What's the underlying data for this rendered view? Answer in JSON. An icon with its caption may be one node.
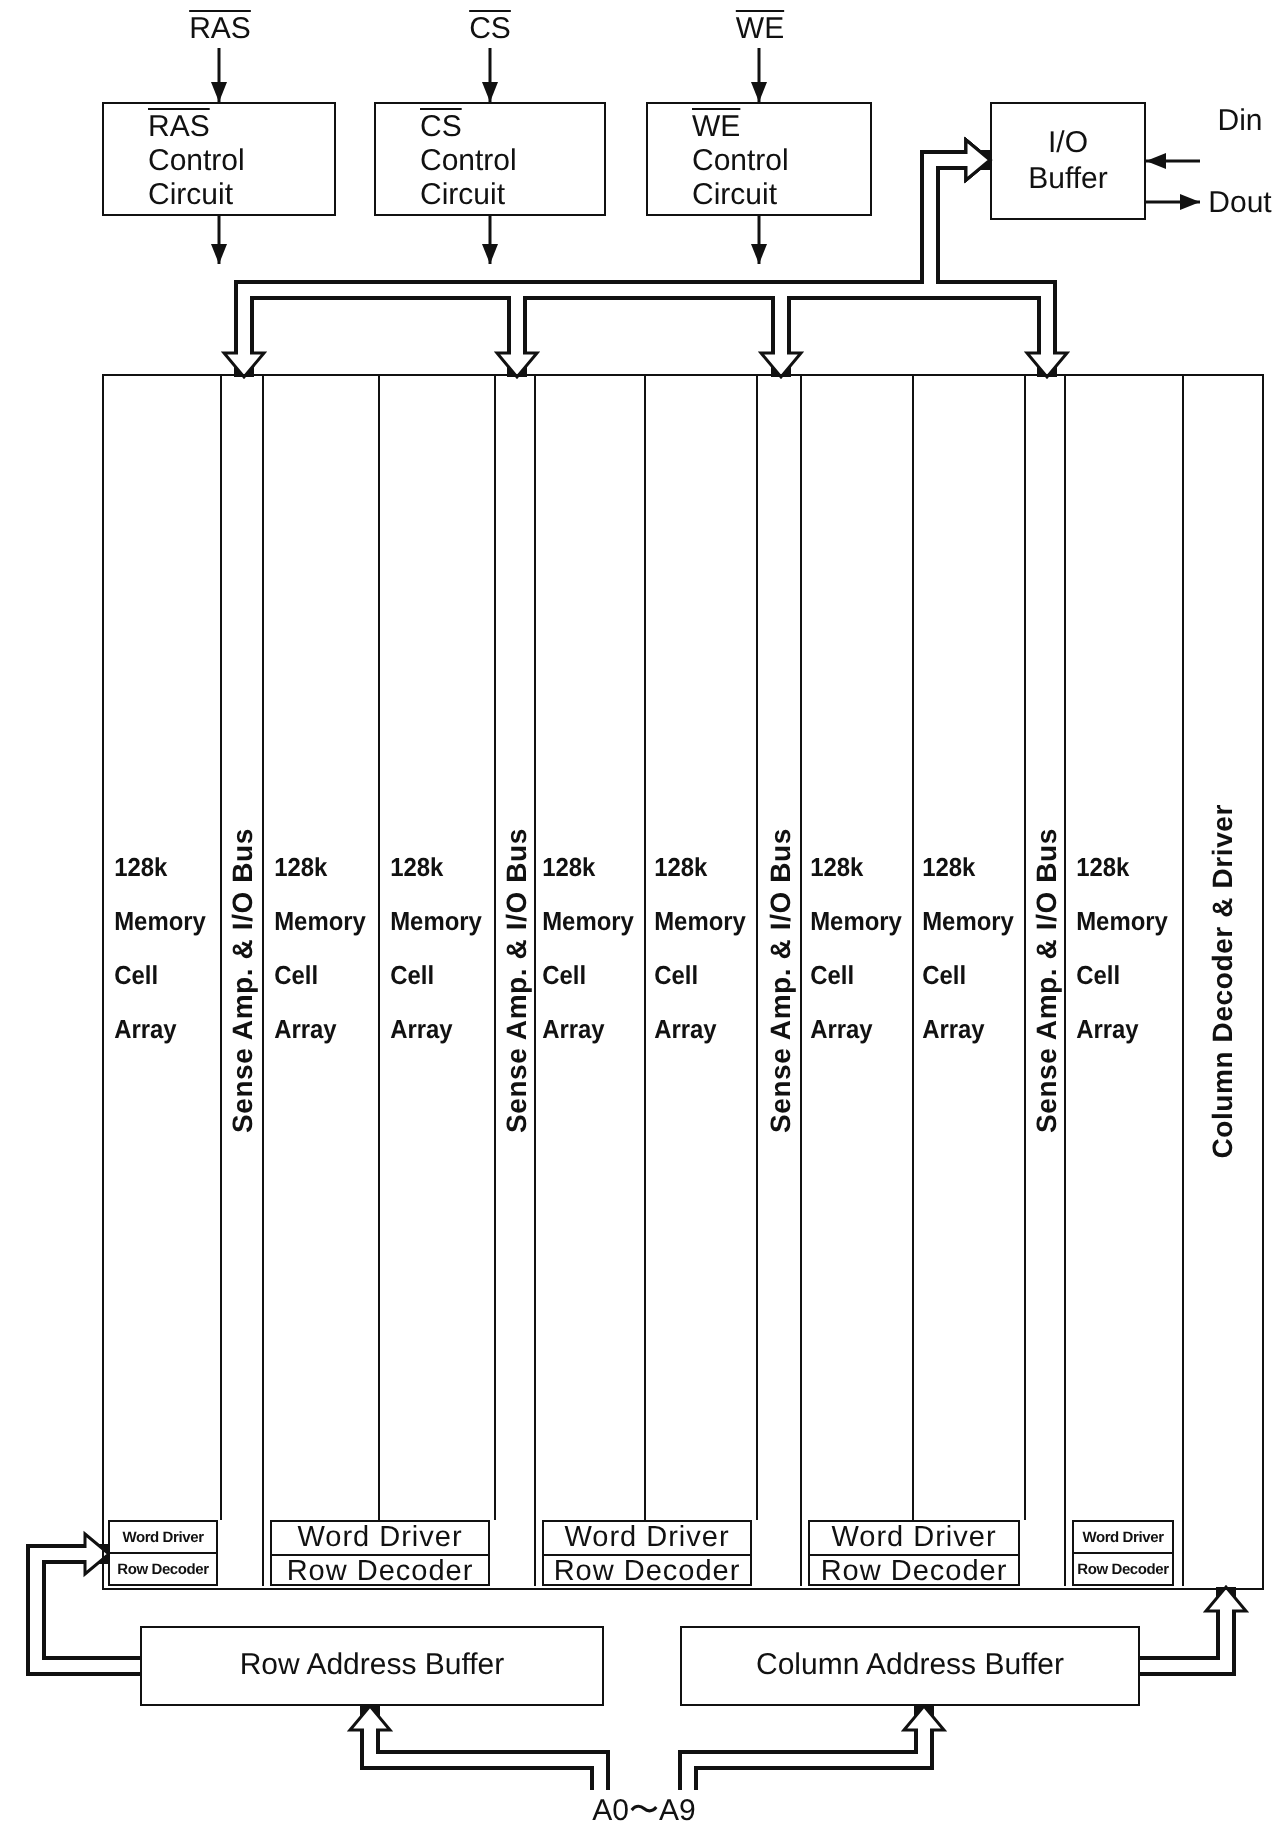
{
  "diagram": {
    "nodes": [
      {
        "text": [
          "RAS"
        ]
      },
      {
        "text": [
          "CS"
        ]
      },
      {
        "text": [
          "WE"
        ]
      },
      {
        "text": [
          "RAS",
          "Control Circuit"
        ]
      },
      {
        "text": [
          "CS",
          "Control Circuit"
        ]
      },
      {
        "text": [
          "WE",
          "Control Circuit"
        ]
      },
      {
        "text": [
          "I/O Buffer"
        ]
      },
      {
        "text": [
          "Din"
        ]
      },
      {
        "text": [
          "Dout"
        ]
      },
      {
        "text": [],
        "shape": "box"
      },
      {
        "text": [
          "128k Memory Cell Array"
        ],
        "in": 9
      },
      {
        "text": [
          "Sense Amp. & I/O Bus"
        ],
        "in": 9
      },
      {
        "text": [
          "128k Memory Cell Array"
        ],
        "in": 9
      },
      {
        "text": [
          "128k Memory Cell Array"
        ],
        "in": 9
      },
      {
        "text": [
          "Sense Amp. & I/O Bus"
        ],
        "in": 9
      },
      {
        "text": [
          "128k Memory Cell Array"
        ],
        "in": 9
      },
      {
        "text": [
          "128k Memory Cell Array"
        ],
        "in": 9
      },
      {
        "text": [
          "Sense Amp. & I/O Bus"
        ],
        "in": 9
      },
      {
        "text": [
          "128k Memory Cell Array"
        ],
        "in": 9
      },
      {
        "text": [
          "128k Memory Cell Array"
        ],
        "in": 9
      },
      {
        "text": [
          "Sense Amp. & I/O Bus"
        ],
        "in": 9
      },
      {
        "text": [
          "128k Memory Cell Array"
        ],
        "in": 9
      },
      {
        "text": [
          "Column Decoder & Driver"
        ],
        "in": 9
      },
      {
        "text": [
          "Word Driver",
          "Row Decoder"
        ],
        "in": 9
      },
      {
        "text": [
          "Word Driver",
          "Row Decoder"
        ],
        "in": 9
      },
      {
        "text": [
          "Word Driver",
          "Row Decoder"
        ],
        "in": 9
      },
      {
        "text": [
          "Word Driver",
          "Row Decoder"
        ],
        "in": 9
      },
      {
        "text": [
          "Word Driver",
          "Row Decoder"
        ],
        "in": 9
      },
      {
        "text": [
          "Row Address Buffer"
        ]
      },
      {
        "text": [
          "Column Address Buffer"
        ]
      },
      {
        "text": [
          "A0〜A9"
        ]
      }
    ],
    "edges": [
      {
        "from": 0,
        "to": 3,
        "arrow": "to"
      },
      {
        "from": 1,
        "to": 4,
        "arrow": "to"
      },
      {
        "from": 2,
        "to": 5,
        "arrow": "to"
      },
      {
        "from": 3,
        "to": null,
        "arrow": "to"
      },
      {
        "from": 4,
        "to": null,
        "arrow": "to"
      },
      {
        "from": 5,
        "to": null,
        "arrow": "to"
      },
      {
        "from": 7,
        "to": 6,
        "arrow": "to"
      },
      {
        "from": 6,
        "to": 8,
        "arrow": "to"
      },
      {
        "from": 6,
        "to": 11,
        "arrow": "both",
        "style": "thick"
      },
      {
        "from": 6,
        "to": 14,
        "arrow": "both",
        "style": "thick"
      },
      {
        "from": 6,
        "to": 17,
        "arrow": "both",
        "style": "thick"
      },
      {
        "from": 6,
        "to": 20,
        "arrow": "both",
        "style": "thick"
      },
      {
        "from": 28,
        "to": 23,
        "arrow": "to",
        "style": "thick"
      },
      {
        "from": 29,
        "to": 22,
        "arrow": "to",
        "style": "thick"
      },
      {
        "from": 30,
        "to": 28,
        "arrow": "to",
        "style": "thick"
      },
      {
        "from": 30,
        "to": 29,
        "arrow": "to",
        "style": "thick"
      }
    ]
  }
}
